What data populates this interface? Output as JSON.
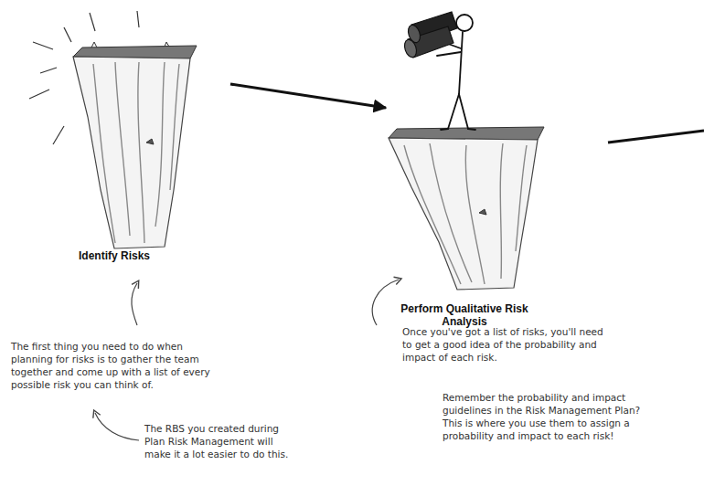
{
  "diagram": {
    "nodes": [
      {
        "text": [
          "Identify Risks"
        ]
      },
      {
        "text": [
          "Perform Qualitative Risk Analysis"
        ]
      }
    ],
    "edges": [
      {
        "from": 0,
        "to": 1,
        "arrow": "to"
      }
    ],
    "labels": [
      "The first thing you need to do when planning for risks is to gather the team together and come up with a list of every possible risk you can think of.",
      "The RBS you created during Plan Risk Management will make it a lot easier to do this.",
      "Once you've got a list of risks, you'll need to get a good idea of the probability and impact of each risk.",
      "Remember the probability and impact guidelines in the Risk Management Plan? This is where you use them to assign a probability and impact to each risk!"
    ]
  }
}
